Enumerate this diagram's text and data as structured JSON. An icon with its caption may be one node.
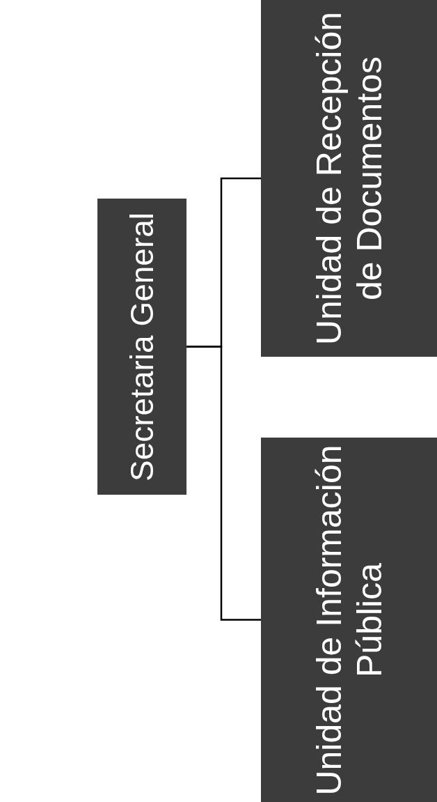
{
  "diagram": {
    "nodes": [
      {
        "text": [
          "Secretaria General"
        ]
      },
      {
        "text": [
          "Unidad de Recepción de Documentos"
        ]
      },
      {
        "text": [
          "Unidad de Información Pública"
        ]
      }
    ],
    "edges": [
      {
        "from": 0,
        "to": 1,
        "arrow": "none"
      },
      {
        "from": 0,
        "to": 2,
        "arrow": "none"
      }
    ]
  }
}
